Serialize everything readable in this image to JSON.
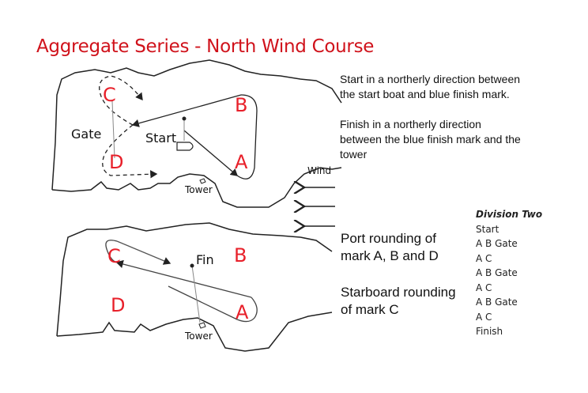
{
  "title": "Aggregate Series - North Wind Course",
  "colors": {
    "title": "#d0121b",
    "marks": "#e8202a",
    "ink": "#111111"
  },
  "top_map": {
    "marks": {
      "A": "A",
      "B": "B",
      "C": "C",
      "D": "D"
    },
    "labels": {
      "gate": "Gate",
      "start": "Start",
      "tower": "Tower",
      "wind": "Wind"
    }
  },
  "bottom_map": {
    "marks": {
      "A": "A",
      "B": "B",
      "C": "C",
      "D": "D"
    },
    "labels": {
      "fin": "Fin",
      "tower": "Tower"
    }
  },
  "notes": {
    "start": [
      "Start in a northerly direction between",
      "the start boat and blue finish mark."
    ],
    "finish": [
      "Finish in a northerly direction",
      "between the blue finish mark and the",
      "tower"
    ],
    "port": [
      "Port rounding of",
      "mark A, B and D"
    ],
    "starboard": [
      "Starboard rounding",
      "of mark C"
    ]
  },
  "division": {
    "heading": "Division Two",
    "steps": [
      "Start",
      "A B Gate",
      "A C",
      "A B Gate",
      "A C",
      "A B Gate",
      "A C",
      "Finish"
    ]
  }
}
